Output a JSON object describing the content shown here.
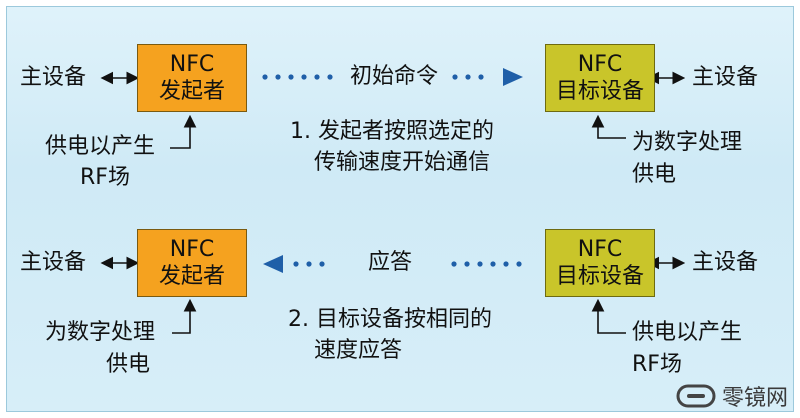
{
  "top": {
    "left_box": {
      "line1": "NFC",
      "line2": "发起者",
      "color": "#f5a21f"
    },
    "right_box": {
      "line1": "NFC",
      "line2": "目标设备",
      "color": "#c9c52a"
    },
    "left_host": "主设备",
    "right_host": "主设备",
    "command": "初始命令",
    "desc_line1": "1. 发起者按照选定的",
    "desc_line2": "传输速度开始通信",
    "left_power_line1": "供电以产生",
    "left_power_line2": "RF场",
    "right_power_line1": "为数字处理",
    "right_power_line2": "供电"
  },
  "bottom": {
    "left_box": {
      "line1": "NFC",
      "line2": "发起者",
      "color": "#f5a21f"
    },
    "right_box": {
      "line1": "NFC",
      "line2": "目标设备",
      "color": "#c9c52a"
    },
    "left_host": "主设备",
    "right_host": "主设备",
    "response": "应答",
    "desc_line1": "2. 目标设备按相同的",
    "desc_line2": "速度应答",
    "left_power_line1": "为数字处理",
    "left_power_line2": "供电",
    "right_power_line1": "供电以产生",
    "right_power_line2": "RF场"
  },
  "watermark": {
    "text": "零镜网",
    "icon": "logo-icon"
  },
  "colors": {
    "arrow_blue": "#1f5fa8",
    "background": "#d7eef8"
  }
}
